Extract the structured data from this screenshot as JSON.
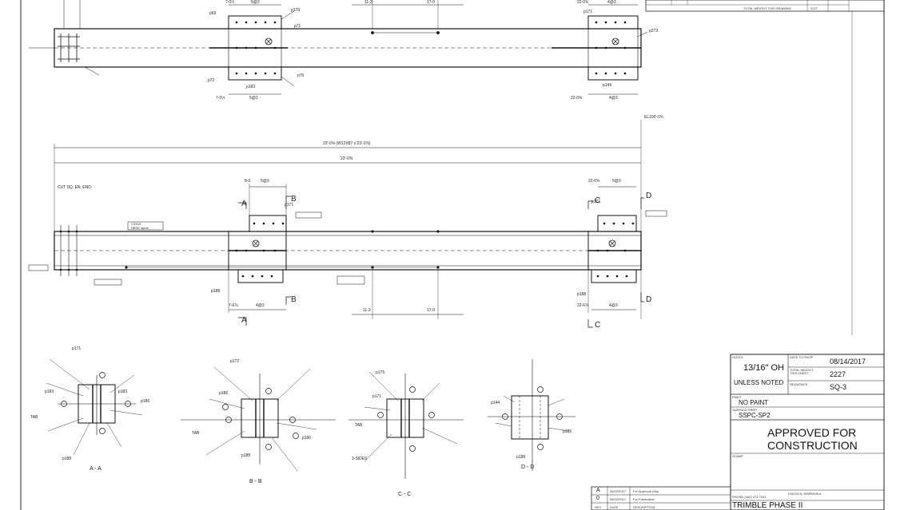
{
  "drawing": {
    "elevation_top": {
      "dims": [
        "7-0½",
        "5@3",
        "11-3",
        "17-0",
        "22-0⅝",
        "4@3",
        "7-0½",
        "5@3",
        "22-0⅝",
        "4@3"
      ],
      "callouts": [
        "p69",
        "p70",
        "p170",
        "p71",
        "p171",
        "p183",
        "p72",
        "p273",
        "p144"
      ]
    },
    "elevation_main": {
      "overall_dim": "23'-0⅜",
      "overall_dim_note": "23'-0⅝ (W12X87 x 23'-0⅞)",
      "cut_note": "CUT SQ. EN. END",
      "member_note_1": "C3X15",
      "member_note_2": "SEEK 4pmh",
      "dims_top": [
        "8-0",
        "5@3",
        "22-0⅝",
        "5@3"
      ],
      "dims_bottom": [
        "7-6⅞",
        "4@3",
        "11-3",
        "17-0",
        "22-6⅞",
        "4@3"
      ],
      "section_marks": [
        "A",
        "B",
        "C",
        "D",
        "B",
        "A",
        "D",
        "C"
      ],
      "el_note": "EL100'-0¾",
      "callouts": [
        "p171",
        "p171",
        "p188",
        "p188"
      ]
    },
    "sections": [
      {
        "label": "A - A"
      },
      {
        "label": "B - B"
      },
      {
        "label": "C - C"
      },
      {
        "label": "D - D"
      }
    ],
    "section_callouts": [
      "p171",
      "p183",
      "p183",
      "p186",
      "p188",
      "p172",
      "p188",
      "p190",
      "p186",
      "p175",
      "p171",
      "p144",
      "p186",
      "p188",
      "3-SIDES",
      "TAB",
      "TAB",
      "TAB"
    ]
  },
  "title_block": {
    "holes_label": "HOLES",
    "holes_value": "13/16\" OH",
    "unless_noted": "UNLESS NOTED",
    "date_to_shop_label": "DATE TO SHOP",
    "date_to_shop": "08/14/2017",
    "total_weight_label": "TOTAL WEIGHT THIS SHEET",
    "total_weight": "2227",
    "sequence_label": "SEQUENCE",
    "sequence": "SQ-3",
    "paint_label": "PAINT",
    "paint": "NO PAINT",
    "surface_prep_label": "SURFACE PREP",
    "surface_prep": "SSPC-SP2",
    "approval_line1": "APPROVED FOR",
    "approval_line2": "CONSTRUCTION",
    "stamp_label": "STAMP",
    "phone": "PHONE (402) 474-7341",
    "city": "LINCOLN, NEBRASKA",
    "project": "TRIMBLE PHASE II",
    "total_weight_drawing_label": "TOTAL WEIGHT THIS DRAWING",
    "total_weight_drawing": "2227"
  },
  "revisions": [
    {
      "rev": "A",
      "date": "06/22/2017",
      "desc": "For Approval Only"
    },
    {
      "rev": "0",
      "date": "08/10/2017",
      "desc": "For Fabrication"
    },
    {
      "rev": "REV",
      "date": "DATE",
      "desc": "DESCRIPTION"
    }
  ]
}
